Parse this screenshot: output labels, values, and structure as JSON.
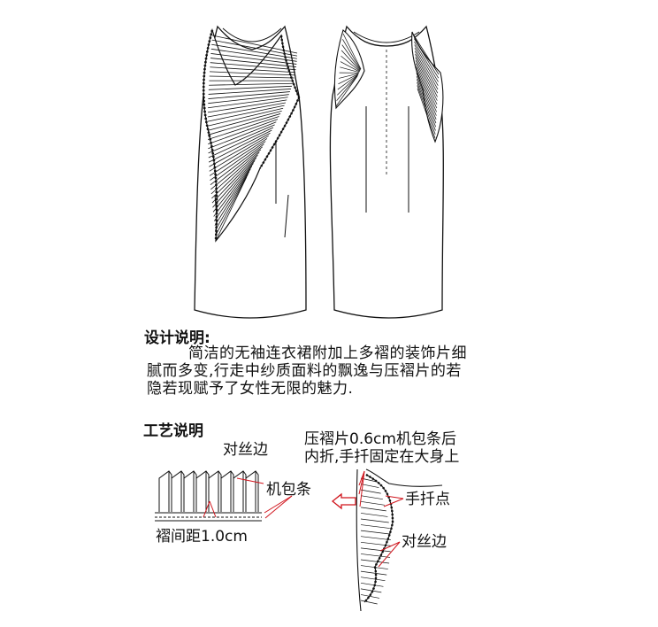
{
  "design_notes": {
    "heading": "设计说明:",
    "lines": [
      "简洁的无袖连衣裙附加上多褶的装饰片细",
      "腻而多变,行走中纱质面料的飘逸与压褶片的若",
      "隐若现赋予了女性无限的魅力."
    ]
  },
  "process_notes": {
    "heading": "工艺说明",
    "callouts": {
      "serged_edge_top": "对丝边",
      "machine_binding": "机包条",
      "pleat_spacing": "褶间距1.0cm",
      "pleat_instruction_line1": "压褶片0.6cm机包条后",
      "pleat_instruction_line2": "内折,手扦固定在大身上",
      "hand_tack_point": "手扦点",
      "serged_edge_bottom": "对丝边"
    }
  },
  "colors": {
    "line": "#111111",
    "annotation_red": "#d0141c"
  }
}
